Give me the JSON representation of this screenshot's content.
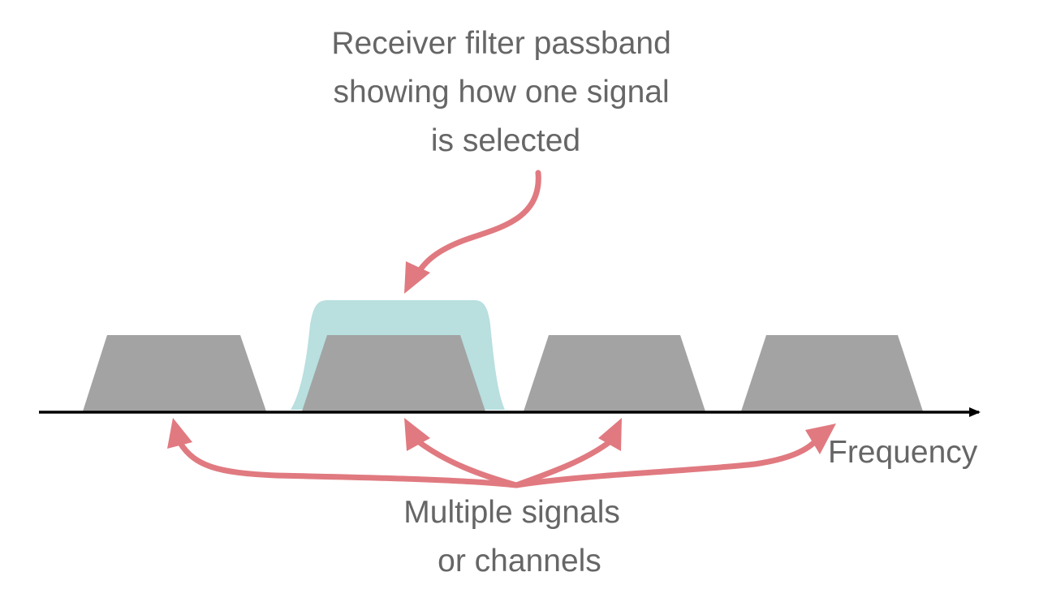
{
  "caption_top": {
    "lines": [
      "Receiver filter passband",
      "showing how one signal",
      "is selected"
    ]
  },
  "caption_bottom": {
    "lines": [
      "Multiple signals",
      "or channels"
    ]
  },
  "axis": {
    "label": "Frequency"
  },
  "colors": {
    "background": "#ffffff",
    "signal_fill": "#a3a3a3",
    "passband_fill": "#b9dfdf",
    "arrow": "#e07a80",
    "axis": "#000000",
    "text": "#666666"
  }
}
